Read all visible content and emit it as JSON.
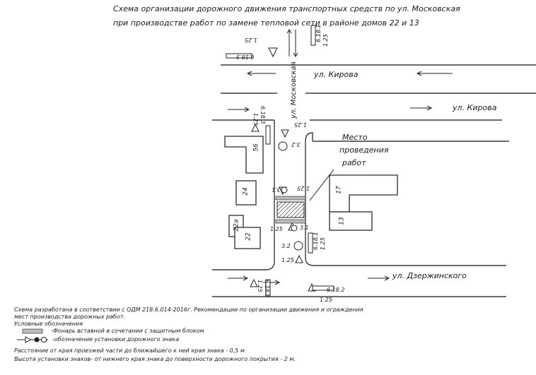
{
  "title": {
    "line1": "Схема организации дорожного движения транспортных средств по ул. Московская",
    "line2": "при производстве работ по замене тепловой сети в районе домов 22 и 13"
  },
  "streets": {
    "kirova_1": "ул. Кирова",
    "kirova_2": "ул. Кирова",
    "moskovskaya": "ул. Московская",
    "dzerzhinskogo": "ул. Дзержинского"
  },
  "buildings": {
    "b56": "56",
    "b24": "24",
    "b22a": "22а",
    "b22": "22",
    "b17": "17",
    "b13": "13"
  },
  "work_site_label": [
    "Место",
    "проведения",
    "работ"
  ],
  "signs": {
    "s6181_top": "6.18.1",
    "s125_top": "1.25",
    "s6183_top": "6.18.3",
    "s125_top_inv": "1.25",
    "s6183_left": "6.18.3",
    "s125_left": "1.25",
    "s125_mid": "1.25",
    "s32_mid": "3.2",
    "s31_work_top": "3.1",
    "s125_work_top": "1.25",
    "s125_work_bottom": "1.25",
    "s31_work_bottom": "3.1",
    "s32_bottom": "3.2",
    "s125_bottom": "1.25",
    "s6181_bottom": "6.18.1",
    "s125_bottom_right": "1.25",
    "s6183_bottom_left": "6.18.3",
    "s125_bottom_left": "1.25",
    "s6182": "6.18.2",
    "s125_6182": "1.25"
  },
  "notes": {
    "line1": "Схема разработана в соответствии с ОДМ 218.6.014-2016г. Рекомендации по организации движения и ограждения",
    "line2": "мест производства дорожных работ.",
    "legend_title": "Условные обозначения",
    "legend_lamp": "-Фонарь вставной в сочетании с защитным блоком",
    "legend_sign": "-обозначение установки дорожного знака",
    "distance": "Расстояние от края проезжей части до ближайшего к ней края знака - 0,5 м",
    "height": "Высота установки знаков- от нижнего края знака до поверхности дорожного покрытия - 2 м."
  }
}
